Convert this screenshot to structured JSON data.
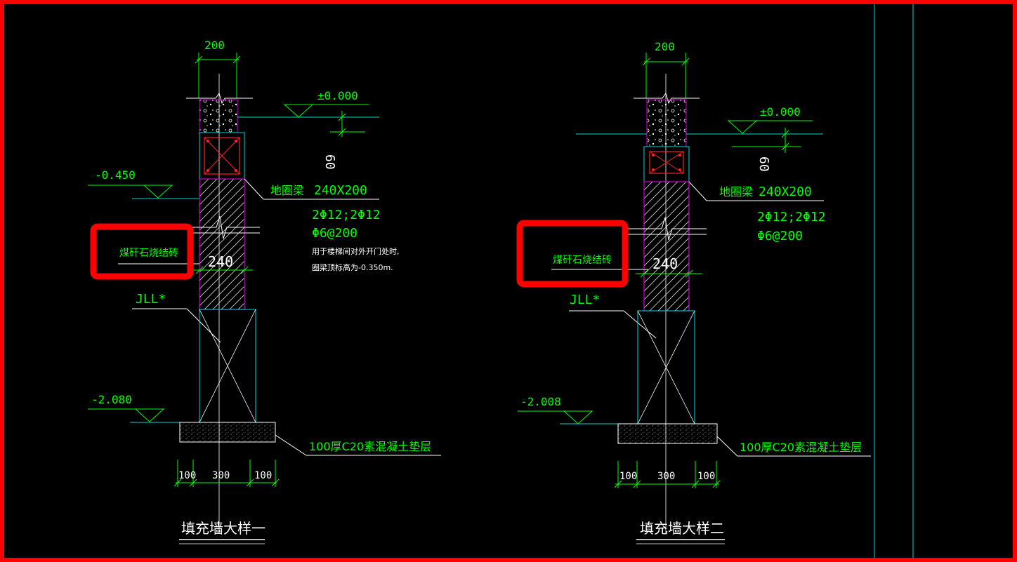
{
  "colors": {
    "background": "#000000",
    "frame": "#ff0000",
    "cyan": "#00d8d8",
    "magenta": "#d000d0",
    "green": "#00ff00",
    "white": "#ffffff",
    "red": "#ff2020",
    "highlight": "#ff0000"
  },
  "details": [
    {
      "dim_top": "200",
      "elev_top": "±0.000",
      "dim_60": "60",
      "elev_mid": "-0.450",
      "beam_name": "地圈梁",
      "beam_size": "240X200",
      "rebar_main": "2Φ12;2Φ12",
      "rebar_stirrup": "Φ6@200",
      "note_line1": "用于楼梯间对外开门处时,",
      "note_line2": "圈梁顶标高为-0.350m.",
      "wall_material": "煤矸石烧结砖",
      "wall_thickness": "240",
      "beam_tag": "JLL*",
      "elev_bottom": "-2.080",
      "pad_layer": "100厚C20素混凝土垫层",
      "dim_left": "100",
      "dim_mid": "300",
      "dim_right": "100",
      "title": "填充墙大样一"
    },
    {
      "dim_top": "200",
      "elev_top": "±0.000",
      "dim_60": "60",
      "beam_name": "地圈梁",
      "beam_size": "240X200",
      "rebar_main": "2Φ12;2Φ12",
      "rebar_stirrup": "Φ6@200",
      "wall_material": "煤矸石烧结砖",
      "wall_thickness": "240",
      "beam_tag": "JLL*",
      "elev_bottom": "-2.008",
      "pad_layer": "100厚C20素混凝土垫层",
      "dim_left": "100",
      "dim_mid": "300",
      "dim_right": "100",
      "title": "填充墙大样二"
    }
  ]
}
